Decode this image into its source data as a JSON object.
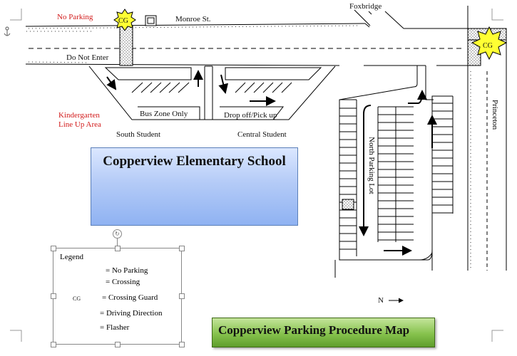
{
  "streets": {
    "monroe": "Monroe St.",
    "foxbridge": "Foxbridge",
    "princeton": "Princeton"
  },
  "labels": {
    "no_parking": "No Parking",
    "do_not_enter": "Do Not Enter",
    "kindergarten_1": "Kindergarten",
    "kindergarten_2": "Line Up Area",
    "bus_zone": "Bus Zone Only",
    "drop_off": "Drop off/Pick up",
    "south_student": "South Student",
    "central_student": "Central Student",
    "north_parking": "North Parking Lot",
    "north_marker": "N"
  },
  "school": {
    "name": "Copperview Elementary School"
  },
  "crossing_guard": "CG",
  "legend": {
    "title": "Legend",
    "items": [
      {
        "icon": "dotted-line",
        "label": "= No Parking"
      },
      {
        "icon": "crosswalk-bar",
        "label": "= Crossing"
      },
      {
        "icon": "crossing-guard-star",
        "label": "= Crossing Guard"
      },
      {
        "icon": "arrow",
        "label": "= Driving Direction"
      },
      {
        "icon": "flasher-box",
        "label": "= Flasher"
      }
    ]
  },
  "map_title": "Copperview Parking Procedure Map",
  "colors": {
    "school_fill": "#a9c4f5",
    "title_fill": "#86c24d",
    "label_red": "#d21a1a",
    "guard_fill": "#ffff33"
  }
}
